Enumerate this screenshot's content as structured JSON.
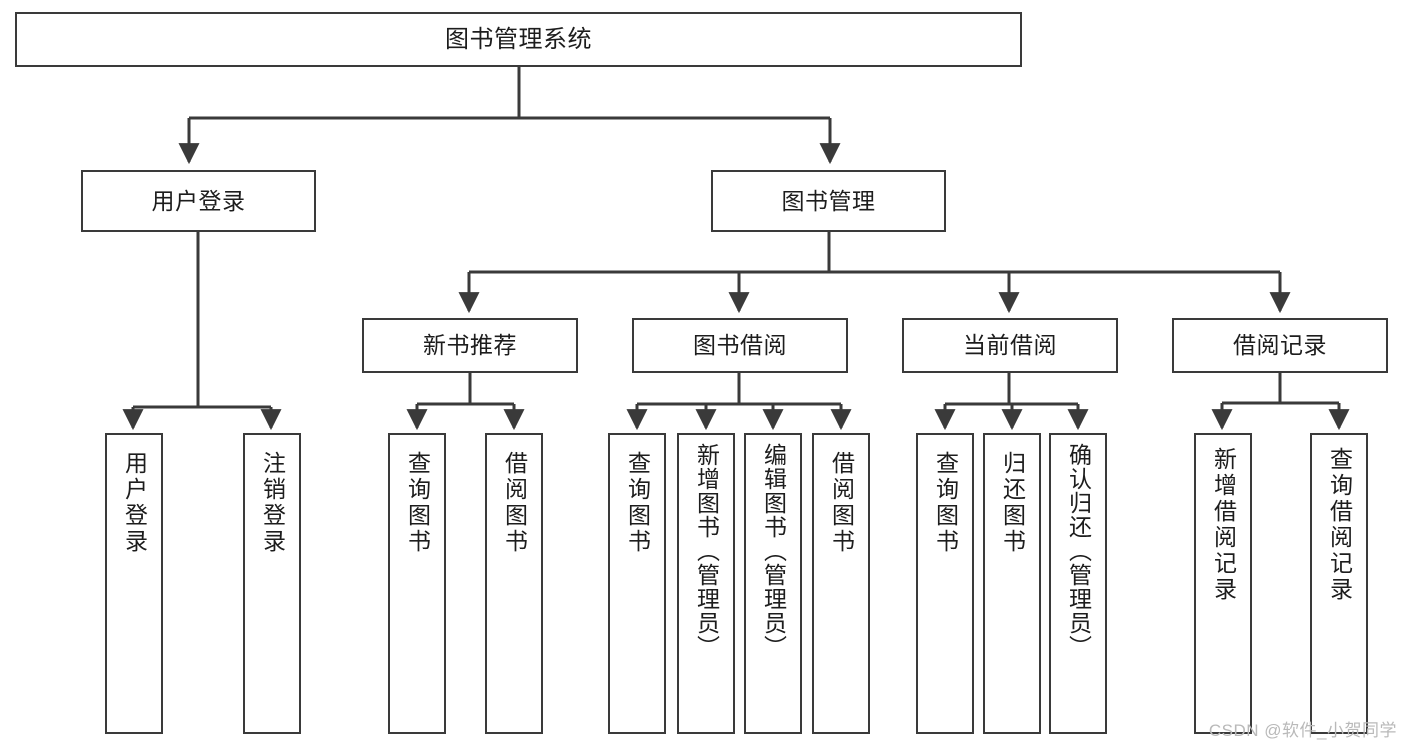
{
  "diagram": {
    "title": "图书管理系统",
    "type": "tree-hierarchy-chart",
    "watermark": "CSDN @软件_小贺同学",
    "colors": {
      "background": "#ffffff",
      "box_border": "#3a3a3a",
      "connector": "#3a3a3a",
      "text": "#1d1d1d",
      "watermark": "#b9b9b9"
    },
    "root": {
      "label": "图书管理系统"
    },
    "level2": [
      {
        "id": "user-login",
        "label": "用户登录"
      },
      {
        "id": "book-management",
        "label": "图书管理"
      }
    ],
    "level3": [
      {
        "id": "new-book-recommend",
        "label": "新书推荐"
      },
      {
        "id": "book-borrow",
        "label": "图书借阅"
      },
      {
        "id": "current-borrow",
        "label": "当前借阅"
      },
      {
        "id": "borrow-record",
        "label": "借阅记录"
      }
    ],
    "leaves": {
      "user_login": [
        {
          "id": "leaf-user-login",
          "label": "用户登录"
        },
        {
          "id": "leaf-logout-login",
          "label": "注销登录"
        }
      ],
      "new_book_recommend": [
        {
          "id": "leaf-query-book-1",
          "label": "查询图书"
        },
        {
          "id": "leaf-borrow-book-1",
          "label": "借阅图书"
        }
      ],
      "book_borrow": [
        {
          "id": "leaf-query-book-2",
          "label": "查询图书"
        },
        {
          "id": "leaf-add-book",
          "label": "新增图书（管理员）"
        },
        {
          "id": "leaf-edit-book",
          "label": "编辑图书（管理员）"
        },
        {
          "id": "leaf-borrow-book-2",
          "label": "借阅图书"
        }
      ],
      "current_borrow": [
        {
          "id": "leaf-query-book-3",
          "label": "查询图书"
        },
        {
          "id": "leaf-return-book",
          "label": "归还图书"
        },
        {
          "id": "leaf-confirm-return",
          "label": "确认归还（管理员）"
        }
      ],
      "borrow_record": [
        {
          "id": "leaf-add-record",
          "label": "新增借阅记录"
        },
        {
          "id": "leaf-query-record",
          "label": "查询借阅记录"
        }
      ]
    }
  }
}
